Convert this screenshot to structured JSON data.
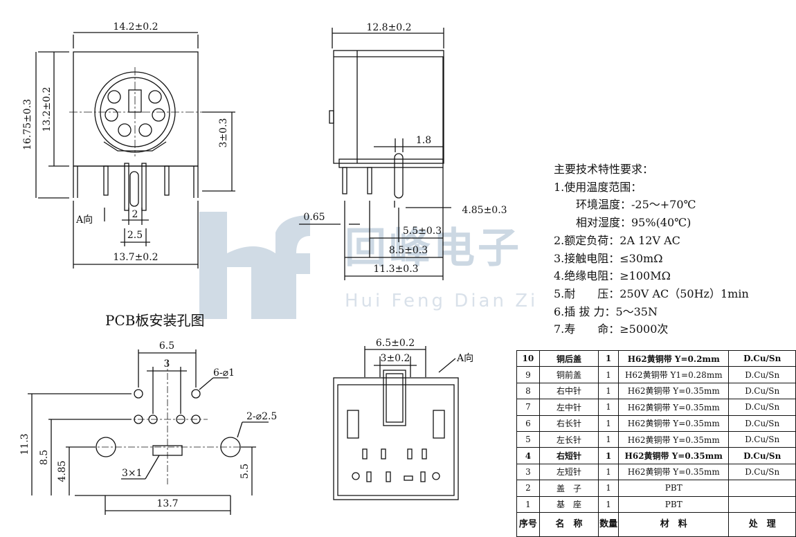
{
  "watermark": {
    "brand_cn": "回峰电子",
    "brand_en": "Hui Feng Dian Zi"
  },
  "front_view": {
    "width_top": "14.2±0.2",
    "height_total": "16.75±0.3",
    "height_body": "13.2±0.2",
    "pin_offset": "3±0.3",
    "arrow_label": "A向",
    "pin_gap": "2",
    "pin_width": "2.5",
    "width_bottom": "13.7±0.2"
  },
  "side_view": {
    "depth": "12.8±0.2",
    "pin_dist": "1.8",
    "height_pin": "4.85±0.3",
    "pin_thick": "0.65",
    "dist1": "5.5±0.3",
    "dist2": "8.5±0.3",
    "dist3": "11.3±0.3"
  },
  "specs": {
    "heading": "主要技术特性要求：",
    "items": [
      "1.使用温度范围：",
      "环境温度：-25～+70℃",
      "相对湿度：95%(40℃)",
      "2.额定负荷：2A 12V AC",
      "3.接触电阻：≤30mΩ",
      "4.绝缘电阻：≥100MΩ",
      "5.耐　　压：250V AC（50Hz）1min",
      "6.插 拔 力：5～35N",
      "7.寿　　命：≥5000次"
    ]
  },
  "pcb": {
    "title": "PCB板安装孔图",
    "dim_65": "6.5",
    "dim_3": "3",
    "hole_small": "6-⌀1",
    "hole_large": "2-⌀2.5",
    "dim_113": "11.3",
    "dim_85": "8.5",
    "dim_485": "4.85",
    "slot": "3×1",
    "dim_55": "5.5",
    "dim_137": "13.7"
  },
  "bottom_view": {
    "dim_65": "6.5±0.2",
    "dim_3": "3±0.2",
    "arrow_label": "A向"
  },
  "bom": {
    "rows": [
      {
        "no": "10",
        "name": "铜后盖",
        "qty": "1",
        "material": "H62黄铜带 Y=0.2mm",
        "finish": "D.Cu/Sn",
        "bold": true
      },
      {
        "no": "9",
        "name": "铜前盖",
        "qty": "1",
        "material": "H62黄铜带 Y1=0.28mm",
        "finish": "D.Cu/Sn",
        "bold": false
      },
      {
        "no": "8",
        "name": "右中针",
        "qty": "1",
        "material": "H62黄铜带 Y=0.35mm",
        "finish": "D.Cu/Sn",
        "bold": false
      },
      {
        "no": "7",
        "name": "左中针",
        "qty": "1",
        "material": "H62黄铜带 Y=0.35mm",
        "finish": "D.Cu/Sn",
        "bold": false
      },
      {
        "no": "6",
        "name": "右长针",
        "qty": "1",
        "material": "H62黄铜带 Y=0.35mm",
        "finish": "D.Cu/Sn",
        "bold": false
      },
      {
        "no": "5",
        "name": "左长针",
        "qty": "1",
        "material": "H62黄铜带 Y=0.35mm",
        "finish": "D.Cu/Sn",
        "bold": false
      },
      {
        "no": "4",
        "name": "右短针",
        "qty": "1",
        "material": "H62黄铜带 Y=0.35mm",
        "finish": "D.Cu/Sn",
        "bold": true
      },
      {
        "no": "3",
        "name": "左短针",
        "qty": "1",
        "material": "H62黄铜带 Y=0.35mm",
        "finish": "D.Cu/Sn",
        "bold": false
      },
      {
        "no": "2",
        "name": "盖　子",
        "qty": "1",
        "material": "PBT",
        "finish": "",
        "bold": false
      },
      {
        "no": "1",
        "name": "基　座",
        "qty": "1",
        "material": "PBT",
        "finish": "",
        "bold": false
      }
    ],
    "header": {
      "no": "序号",
      "name": "名　称",
      "qty": "数量",
      "material": "材　料",
      "finish": "处　理"
    }
  }
}
